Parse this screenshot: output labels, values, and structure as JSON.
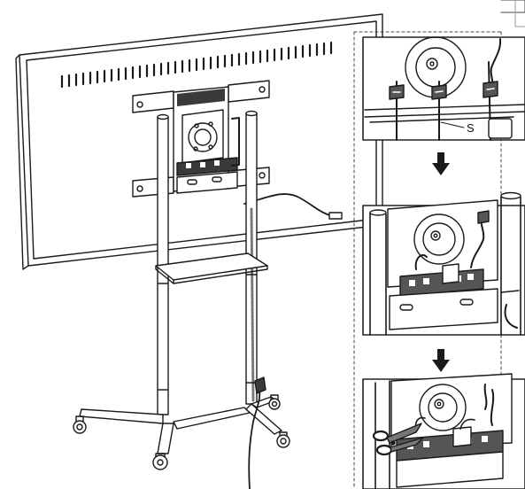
{
  "diagram": {
    "callout_label": "S",
    "steps": [
      {
        "id": "step-1",
        "caption": ""
      },
      {
        "id": "step-2",
        "caption": ""
      },
      {
        "id": "step-3",
        "caption": ""
      }
    ],
    "icons": [
      "down-arrow-icon",
      "scissors-icon",
      "cable-tie-icon",
      "power-strip-icon"
    ],
    "colors": {
      "line": "#1a1a1a",
      "fill": "#ffffff",
      "shade": "#d9d9d9",
      "dark": "#3a3a3a"
    }
  }
}
